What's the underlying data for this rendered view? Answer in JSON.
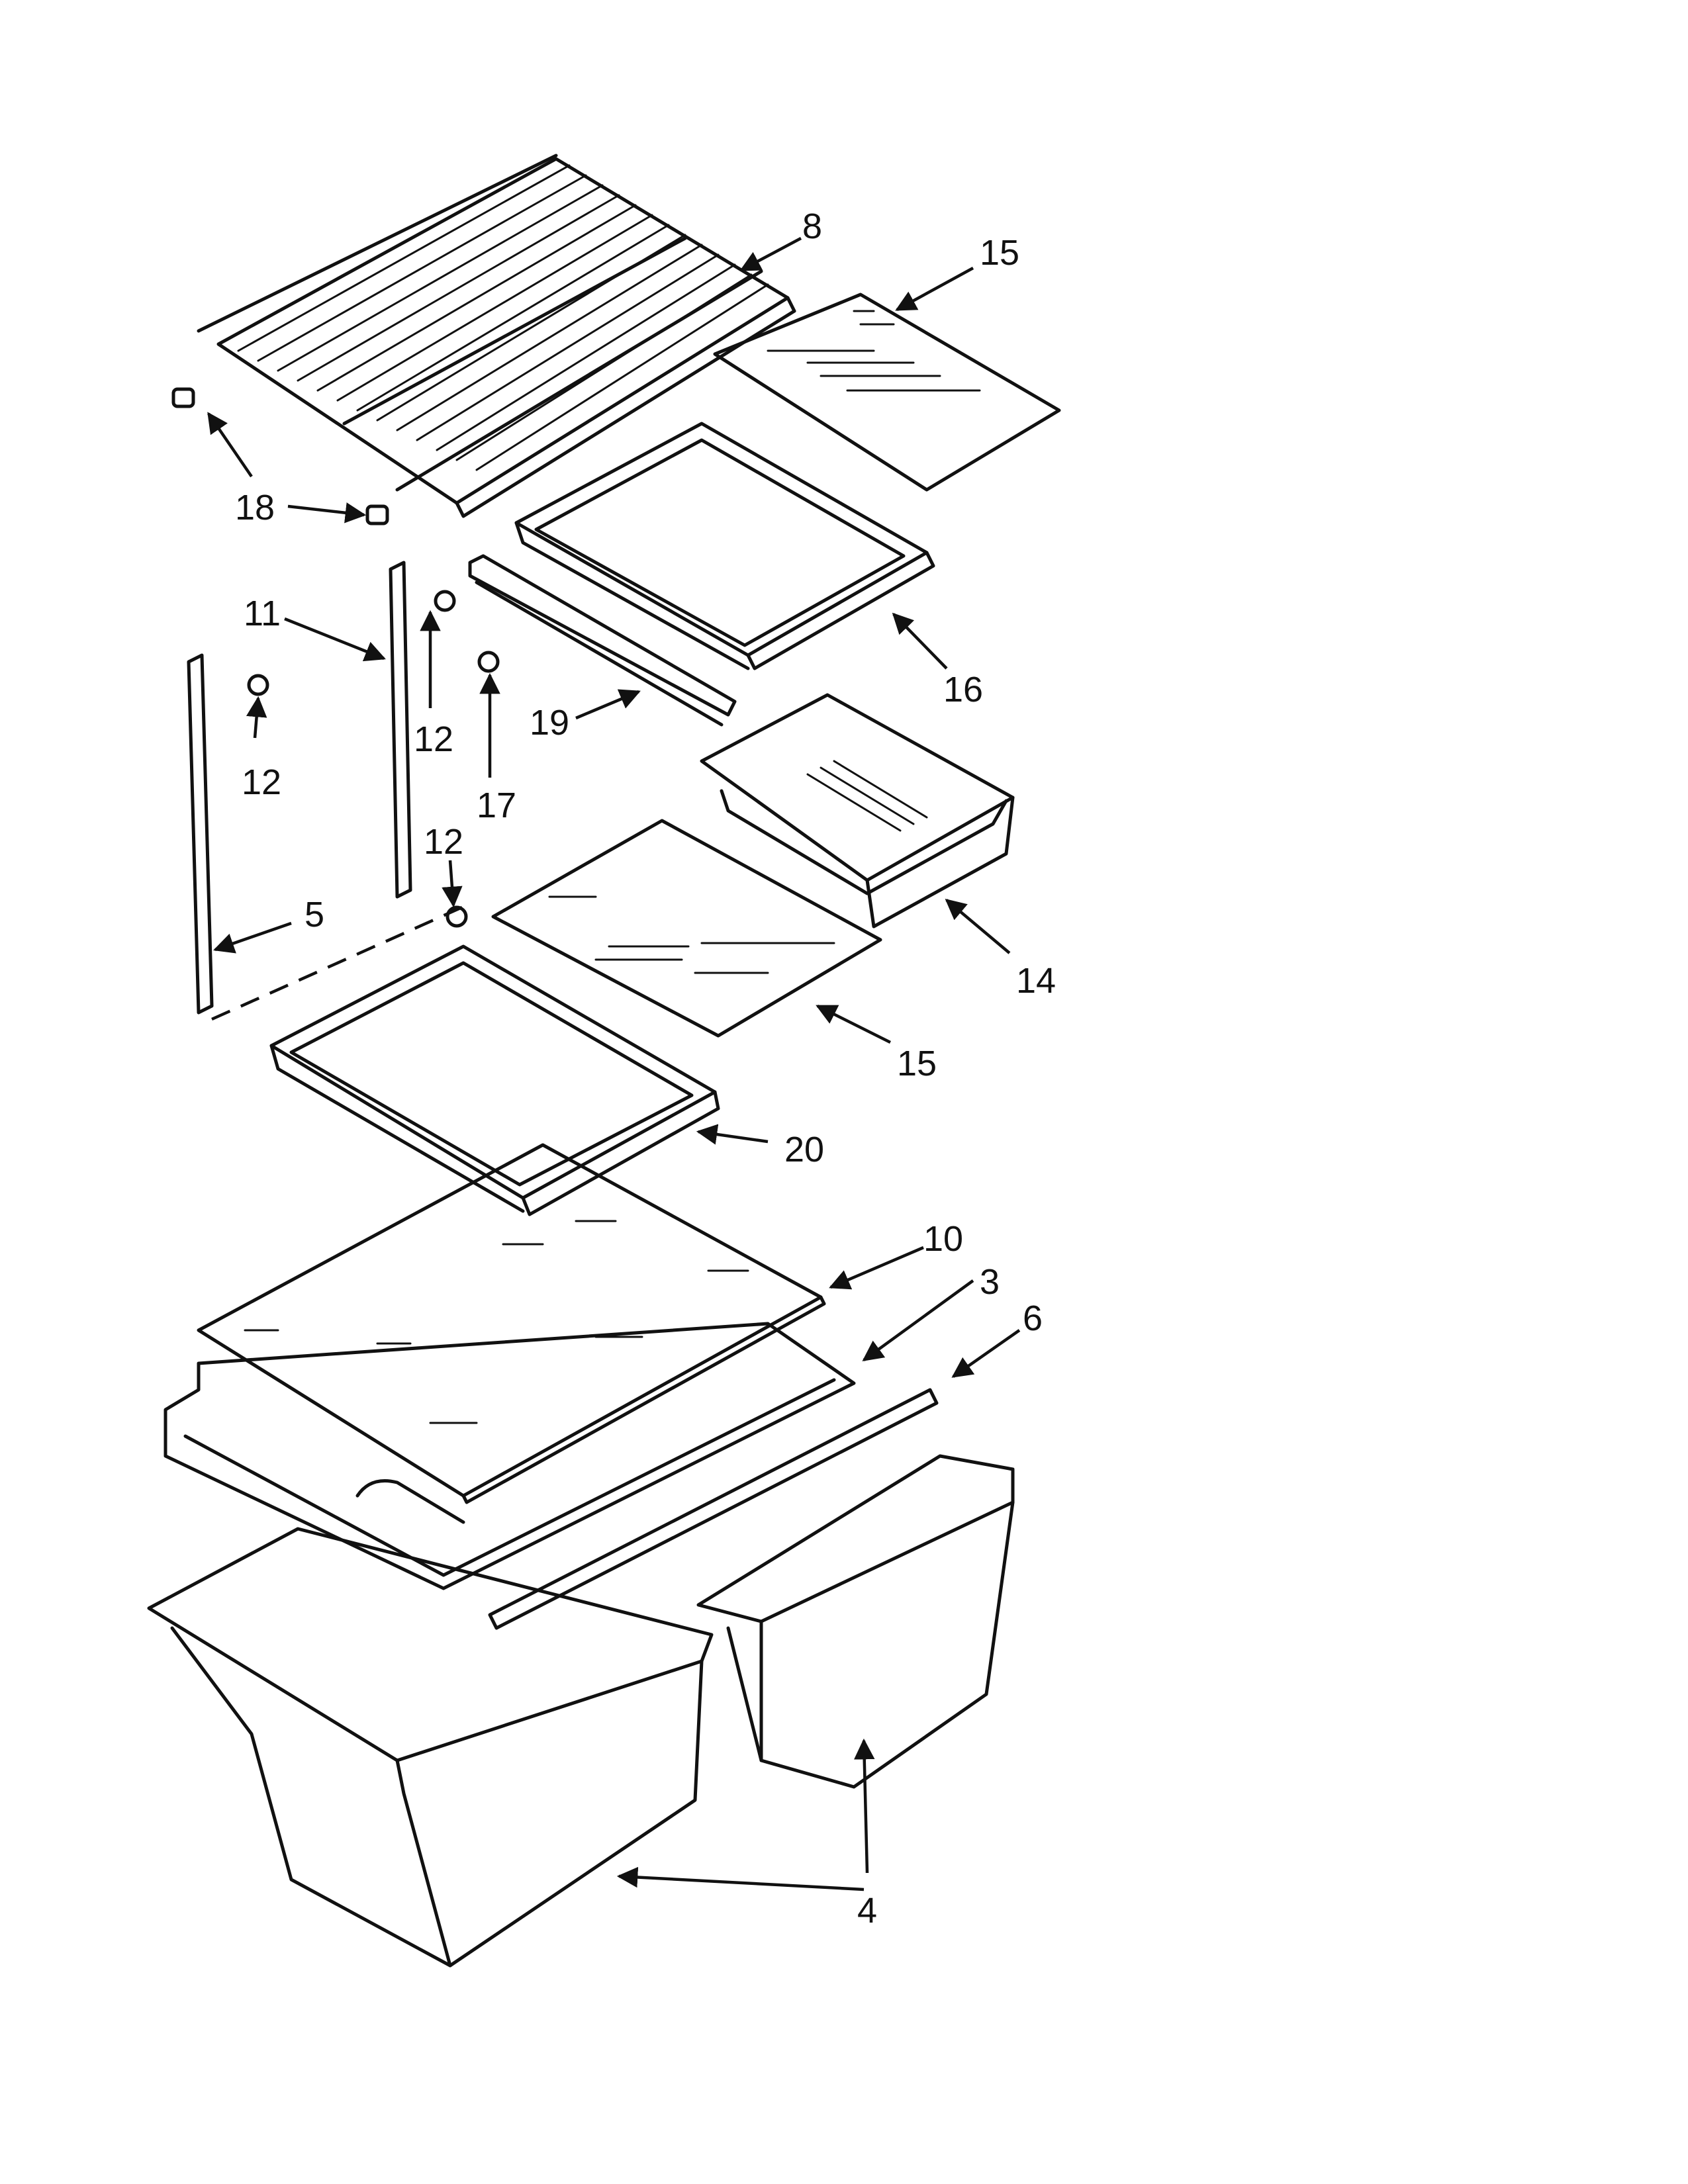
{
  "diagram": {
    "type": "exploded parts diagram",
    "callouts": {
      "c8": "8",
      "c15a": "15",
      "c18": "18",
      "c11": "11",
      "c16": "16",
      "c12a": "12",
      "c12b": "12",
      "c12c": "12",
      "c17": "17",
      "c19": "19",
      "c5": "5",
      "c14": "14",
      "c15b": "15",
      "c20": "20",
      "c10": "10",
      "c3": "3",
      "c6": "6",
      "c4": "4"
    }
  }
}
